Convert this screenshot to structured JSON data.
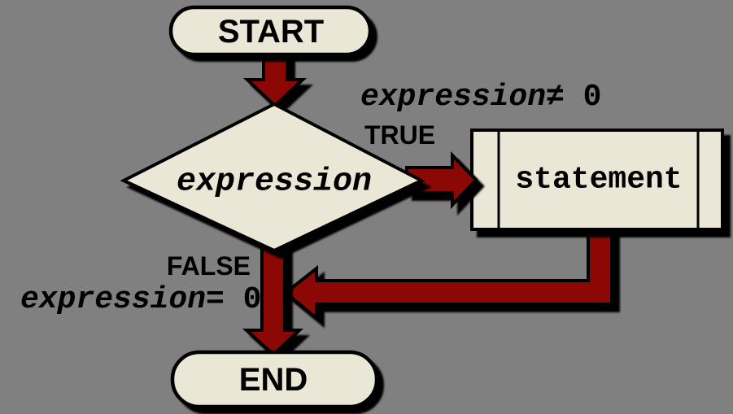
{
  "colors": {
    "background": "#808080",
    "shape_fill": "#EBE7D6",
    "arrow": "#8B0804",
    "outline": "#000000"
  },
  "nodes": {
    "start": "START",
    "decision": "expression",
    "process": "statement",
    "end": "END"
  },
  "branches": {
    "true": {
      "condition_var": "expression",
      "condition_op": "≠ 0",
      "label": "TRUE"
    },
    "false": {
      "condition_var": "expression",
      "condition_op": "= 0",
      "label": "FALSE"
    }
  }
}
